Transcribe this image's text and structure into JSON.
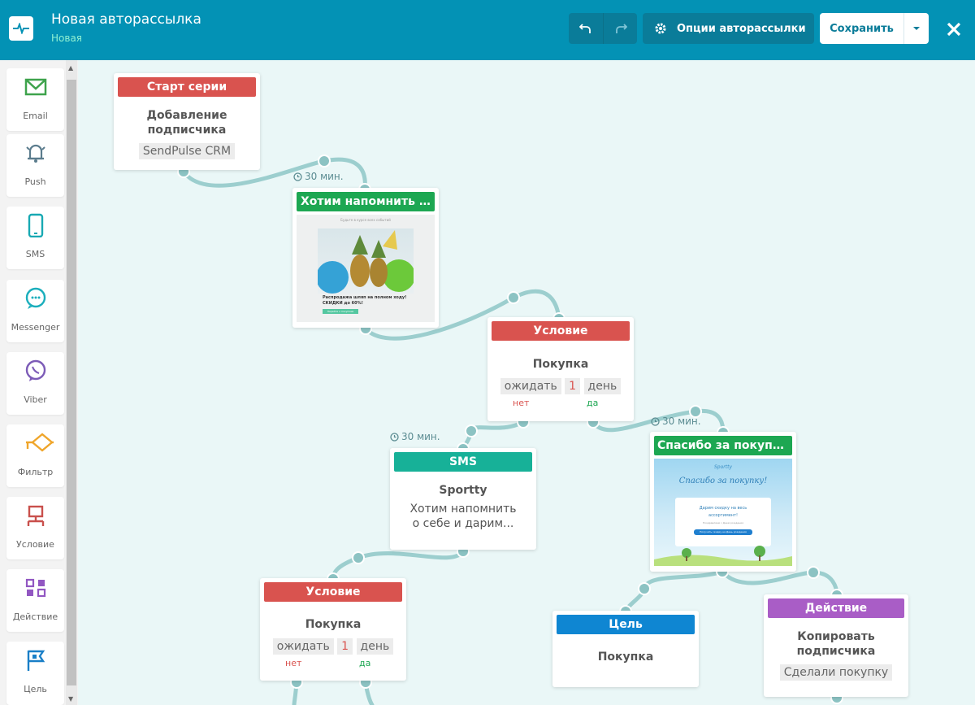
{
  "header": {
    "title": "Новая авторассылка",
    "status": "Новая",
    "options_label": "Опции авторассылки",
    "save_label": "Сохранить"
  },
  "sidebar": {
    "items": [
      {
        "label": "Email",
        "icon": "email-icon"
      },
      {
        "label": "Push",
        "icon": "bell-icon"
      },
      {
        "label": "SMS",
        "icon": "phone-icon"
      },
      {
        "label": "Messenger",
        "icon": "messenger-icon"
      },
      {
        "label": "Viber",
        "icon": "viber-icon"
      },
      {
        "label": "Фильтр",
        "icon": "filter-icon"
      },
      {
        "label": "Условие",
        "icon": "condition-icon"
      },
      {
        "label": "Действие",
        "icon": "action-icon"
      },
      {
        "label": "Цель",
        "icon": "flag-icon"
      }
    ]
  },
  "flow": {
    "start": {
      "header": "Старт серии",
      "title": "Добавление подписчика",
      "tag": "SendPulse CRM"
    },
    "email1": {
      "header": "Хотим напомнить о ...",
      "delay": "30 мин.",
      "preview_top": "Будьте в курсе всех событий",
      "preview_text": "Распродажа шляп на полном ходу! СКИДКИ до 60%!",
      "preview_btn": "Перейти к покупкам"
    },
    "cond1": {
      "header": "Условие",
      "title": "Покупка",
      "wait": "ожидать",
      "num": "1",
      "unit": "день",
      "no": "нет",
      "yes": "да"
    },
    "sms": {
      "header": "SMS",
      "delay": "30 мин.",
      "title": "Sportty",
      "text": "Хотим напомнить о себе и дарим..."
    },
    "email2": {
      "header": "Спасибо за покупку!",
      "delay": "30 мин.",
      "preview_brand": "Sportty",
      "preview_title": "Спасибо за покупку!",
      "preview_line1": "Дарим скидку на весь",
      "preview_line2": "ассортимент!",
      "preview_small": "Поздравляем с Днем рождения",
      "preview_btn": "Получить скидку на День рождения"
    },
    "cond2": {
      "header": "Условие",
      "title": "Покупка",
      "wait": "ожидать",
      "num": "1",
      "unit": "день",
      "no": "нет",
      "yes": "да"
    },
    "goal": {
      "header": "Цель",
      "title": "Покупка"
    },
    "action": {
      "header": "Действие",
      "title": "Копировать подписчика",
      "tag": "Сделали покупку"
    }
  },
  "colors": {
    "header_bg": "#0392b5",
    "start": "#d9534f",
    "email": "#1da752",
    "sms": "#17b198",
    "goal": "#0f86d2",
    "action": "#a95dc6",
    "wire": "#9ccece"
  }
}
